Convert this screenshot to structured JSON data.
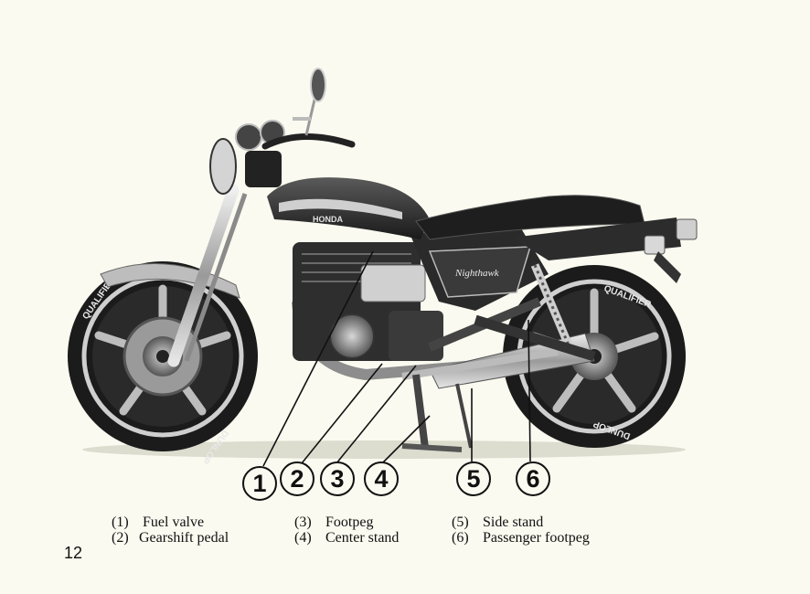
{
  "callouts": [
    "1",
    "2",
    "3",
    "4",
    "5",
    "6"
  ],
  "legend": {
    "col1": [
      {
        "num": "(1)",
        "label": "Fuel valve"
      },
      {
        "num": "(2)",
        "label": "Gearshift pedal"
      }
    ],
    "col2": [
      {
        "num": "(3)",
        "label": "Footpeg"
      },
      {
        "num": "(4)",
        "label": "Center stand"
      }
    ],
    "col3": [
      {
        "num": "(5)",
        "label": "Side stand"
      },
      {
        "num": "(6)",
        "label": "Passenger footpeg"
      }
    ]
  },
  "photo": {
    "tank_brand": "HONDA",
    "side_cover_badge": "Nighthawk",
    "tire_brand_front": "QUALIFIER",
    "tire_brand_rear": "QUALIFIER",
    "tire_maker": "DUNLOP"
  },
  "page_number": "12"
}
